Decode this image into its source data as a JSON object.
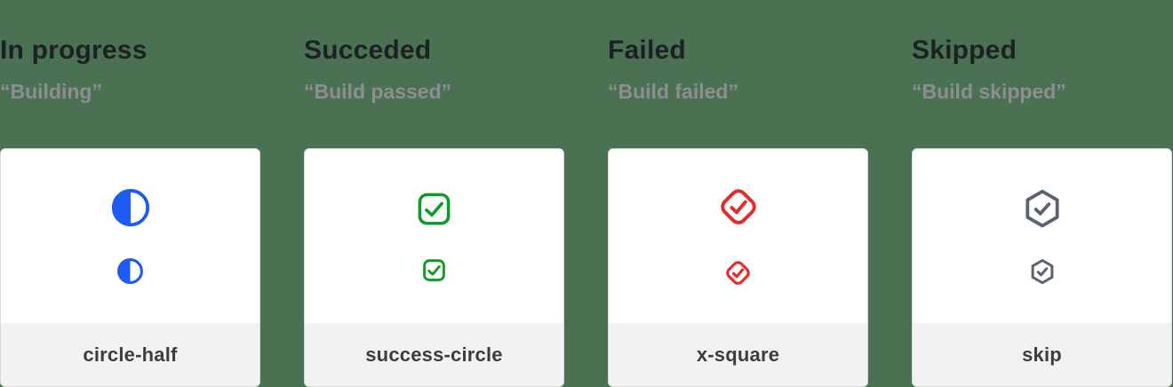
{
  "page": {
    "background_color": "#4a7151",
    "card_background": "#ffffff",
    "card_footer_background": "#f2f2f2"
  },
  "columns": [
    {
      "title": "In progress",
      "subtitle": "“Building”",
      "icon": "circle-half-icon",
      "icon_color": "#1e5bf2",
      "label": "circle-half"
    },
    {
      "title": "Succeded",
      "subtitle": "“Build passed”",
      "icon": "square-check-icon",
      "icon_color": "#0f9b27",
      "label": "success-circle"
    },
    {
      "title": "Failed",
      "subtitle": "“Build failed”",
      "icon": "diamond-check-icon",
      "icon_color": "#e52b2b",
      "label": "x-square"
    },
    {
      "title": "Skipped",
      "subtitle": "“Build skipped”",
      "icon": "hexagon-check-icon",
      "icon_color": "#5b6270",
      "label": "skip"
    }
  ]
}
